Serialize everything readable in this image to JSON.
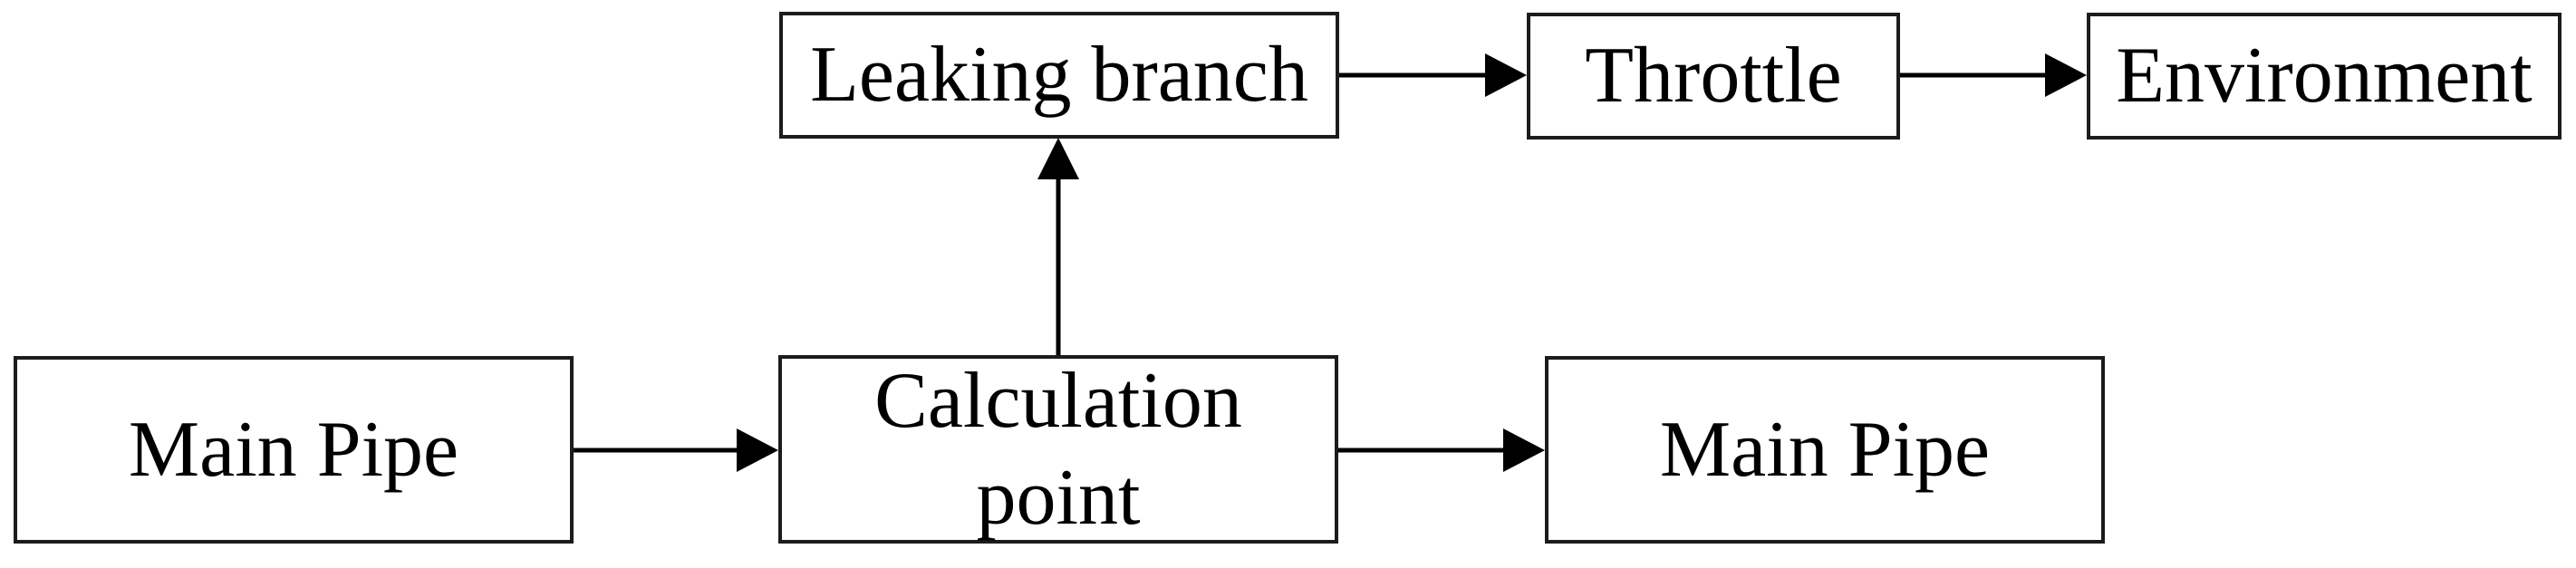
{
  "diagram": {
    "type": "flowchart",
    "colors": {
      "background": "#ffffff",
      "box_fill": "#ffffff",
      "box_border": "#1c1c1c",
      "text": "#000000",
      "arrow": "#000000"
    },
    "nodes": {
      "main_pipe_left": {
        "label": "Main Pipe"
      },
      "calculation_point": {
        "label": "Calculation\npoint"
      },
      "main_pipe_right": {
        "label": "Main Pipe"
      },
      "leaking_branch": {
        "label": "Leaking branch"
      },
      "throttle": {
        "label": "Throttle"
      },
      "environment": {
        "label": "Environment"
      }
    },
    "edges": [
      {
        "from": "main_pipe_left",
        "to": "calculation_point",
        "direction": "right"
      },
      {
        "from": "calculation_point",
        "to": "main_pipe_right",
        "direction": "right"
      },
      {
        "from": "calculation_point",
        "to": "leaking_branch",
        "direction": "up"
      },
      {
        "from": "leaking_branch",
        "to": "throttle",
        "direction": "right"
      },
      {
        "from": "throttle",
        "to": "environment",
        "direction": "right"
      }
    ]
  }
}
